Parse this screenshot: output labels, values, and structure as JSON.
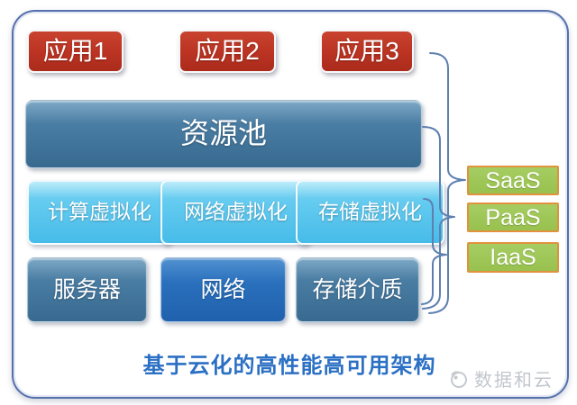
{
  "diagram": {
    "apps": [
      {
        "label": "应用1"
      },
      {
        "label": "应用2"
      },
      {
        "label": "应用3"
      }
    ],
    "resource_pool": {
      "label": "资源池"
    },
    "virtualization": [
      {
        "label": "计算虚拟化"
      },
      {
        "label": "网络虚拟化"
      },
      {
        "label": "存储虚拟化"
      }
    ],
    "infrastructure": [
      {
        "label": "服务器"
      },
      {
        "label": "网络"
      },
      {
        "label": "存储介质"
      }
    ],
    "service_layers": [
      {
        "label": "SaaS"
      },
      {
        "label": "PaaS"
      },
      {
        "label": "IaaS"
      }
    ],
    "caption": "基于云化的高性能高可用架构",
    "watermark": {
      "text": "数据和云"
    },
    "colors": {
      "app_red": "#bb3322",
      "steel_blue": "#45799f",
      "light_blue": "#5ec8ee",
      "bright_blue": "#2a70bd",
      "service_green": "#98c14e",
      "service_border_orange": "#e2923d",
      "caption_blue": "#2b70c4",
      "brace_blue": "#5e80b0",
      "frame_border": "#5570ab"
    }
  }
}
